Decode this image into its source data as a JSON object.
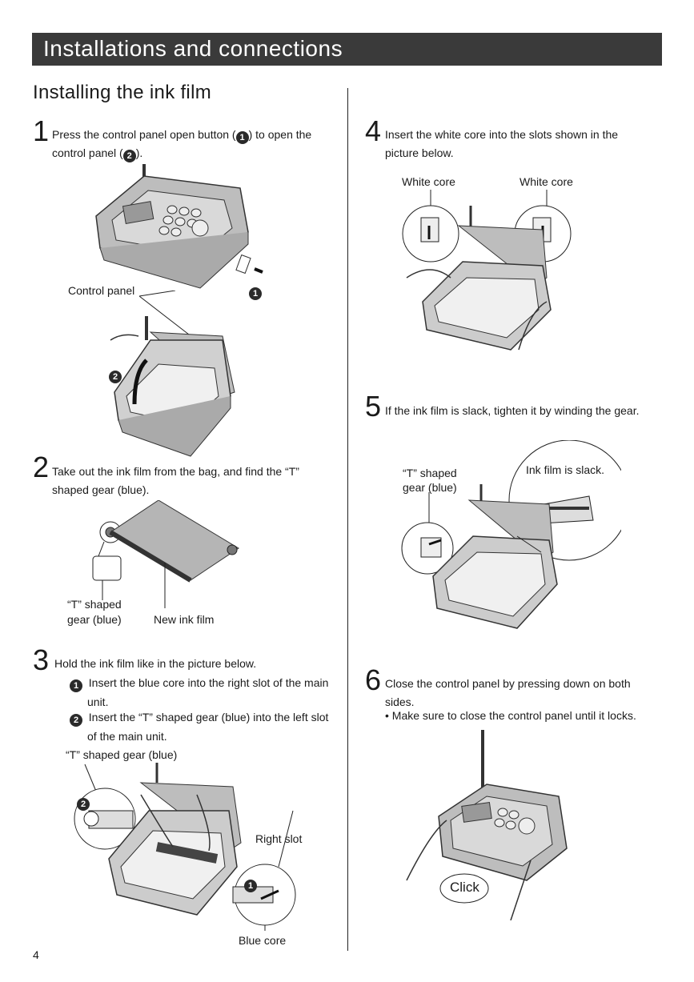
{
  "header": {
    "banner": "Installations and connections",
    "section_title": "Installing the ink film"
  },
  "steps": {
    "s1": {
      "num": "1",
      "text_a": "Press the control panel open button (",
      "badge1": "1",
      "text_b": ") to open the",
      "text_c": "control panel (",
      "badge2": "2",
      "text_d": ").",
      "label_control_panel": "Control panel",
      "callout1": "1",
      "callout2": "2"
    },
    "s2": {
      "num": "2",
      "line1": "Take out the ink film from the bag, and find the “T”",
      "line2": "shaped gear (blue).",
      "label_gear_1": "“T” shaped",
      "label_gear_2": "gear (blue)",
      "label_new_film": "New ink film"
    },
    "s3": {
      "num": "3",
      "intro": "Hold the ink film like in the picture below.",
      "sub1_badge": "1",
      "sub1_l1": "Insert the blue core into the right slot of the main",
      "sub1_l2": "unit.",
      "sub2_badge": "2",
      "sub2_l1": "Insert the “T” shaped gear (blue) into the left slot",
      "sub2_l2": "of the main unit.",
      "label_gear": "“T” shaped gear (blue)",
      "label_right_slot": "Right slot",
      "label_blue_core": "Blue core",
      "callout1": "1",
      "callout2": "2"
    },
    "s4": {
      "num": "4",
      "line1": "Insert the white core into the slots shown in the",
      "line2": "picture below.",
      "label_white_core_left": "White core",
      "label_white_core_right": "White core"
    },
    "s5": {
      "num": "5",
      "line1": "If the ink film is slack, tighten it by winding the gear.",
      "label_gear_1": "“T” shaped",
      "label_gear_2": "gear (blue)",
      "label_slack": "Ink film is slack."
    },
    "s6": {
      "num": "6",
      "line1": "Close the control panel by pressing down on both",
      "line2": "sides.",
      "bullet": "• Make sure to close the control panel until it locks.",
      "label_click": "Click"
    }
  },
  "footer": {
    "page_number": "4"
  }
}
